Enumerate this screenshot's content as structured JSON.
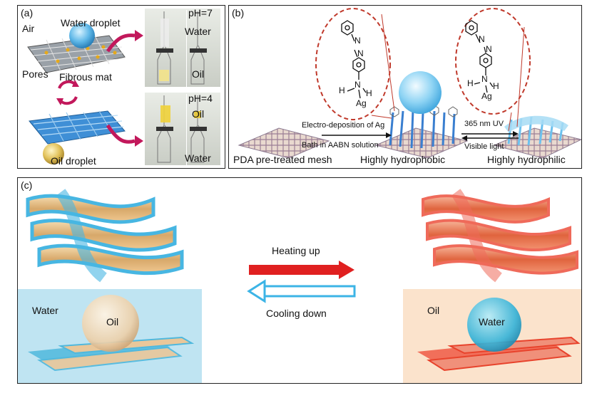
{
  "panel_a": {
    "label": "(a)",
    "water_droplet": "Water droplet",
    "air": "Air",
    "pores": "Pores",
    "fibrous_mat": "Fibrous mat",
    "oil_droplet": "Oil droplet",
    "top_photo": {
      "ph": "pH=7",
      "upper": "Water",
      "lower": "Oil"
    },
    "bottom_photo": {
      "ph": "pH=4",
      "upper": "Oil",
      "lower": "Water"
    }
  },
  "panel_b": {
    "label": "(b)",
    "molecule": {
      "n1": "N",
      "n2": "N",
      "h1": "H",
      "n3": "N",
      "h2": "H",
      "ag": "Ag"
    },
    "molecule2": {
      "n1": "N",
      "n2": "N",
      "h1": "H",
      "n3": "N",
      "h2": "H",
      "ag": "Ag"
    },
    "arrow1_top": "Electro-deposition of Ag",
    "arrow1_bottom": "Bath in AABN solution",
    "arrow2_top": "365 nm UV",
    "arrow2_bottom": "Visible light",
    "state1": "PDA pre-treated mesh",
    "state2": "Highly hydrophobic",
    "state3": "Highly hydrophilic"
  },
  "panel_c": {
    "label": "(c)",
    "arrow_forward": "Heating up",
    "arrow_back": "Cooling down",
    "left_medium": "Water",
    "left_droplet": "Oil",
    "right_medium": "Oil",
    "right_droplet": "Water"
  },
  "colors": {
    "heat_arrow": "#e02020",
    "cool_arrow": "#3cb4e6",
    "dashed_circle": "#c0392b",
    "water_bg": "#bfe4f2",
    "oil_bg": "#fbe3cc"
  }
}
